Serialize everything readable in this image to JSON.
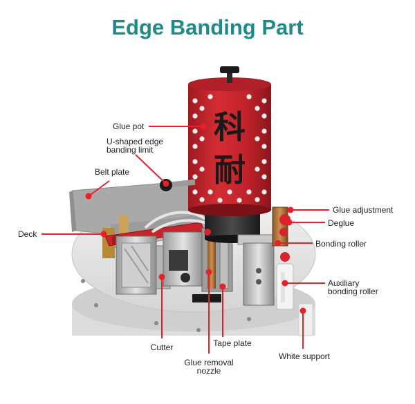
{
  "title": "Edge Banding Part",
  "pot_characters": [
    "科",
    "耐"
  ],
  "colors": {
    "title": "#1f8a8a",
    "pointer": "#e8202a",
    "pot": "#c8242c"
  },
  "labels": {
    "glue_pot": "Glue pot",
    "u_shaped_1": "U-shaped edge",
    "u_shaped_2": "banding limit",
    "belt_plate": "Belt plate",
    "deck": "Deck",
    "glue_adjustment": "Glue adjustment",
    "deglue": "Deglue",
    "bonding_roller": "Bonding roller",
    "auxiliary_1": "Auxiliary",
    "auxiliary_2": "bonding roller",
    "cutter": "Cutter",
    "tape_plate": "Tape plate",
    "glue_nozzle_1": "Glue removal",
    "glue_nozzle_2": "nozzle",
    "white_support": "White support"
  }
}
